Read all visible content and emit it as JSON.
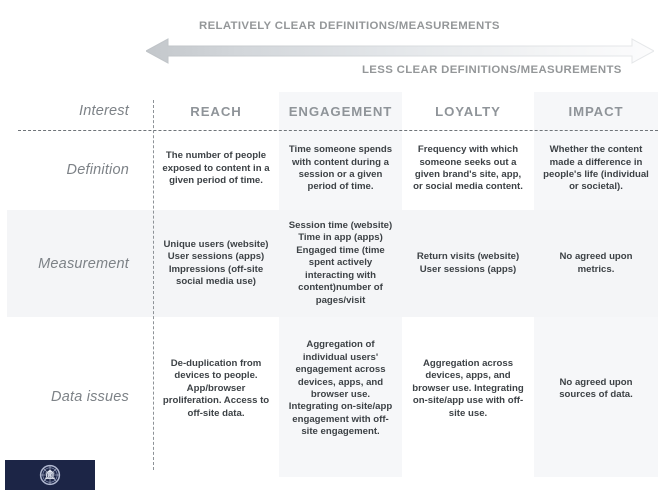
{
  "axis": {
    "top_label": "RELATIVELY CLEAR DEFINITIONS/MEASUREMENTS",
    "bottom_label": "LESS CLEAR DEFINITIONS/MEASUREMENTS",
    "arrow_icon": "double-headed-arrow-icon",
    "gradient_from": "#c9cdd1",
    "gradient_to": "#fdfdfe"
  },
  "matrix": {
    "corner_label": "Interest",
    "columns": [
      {
        "key": "reach",
        "label": "REACH",
        "tint": "#ffffff"
      },
      {
        "key": "engagement",
        "label": "ENGAGEMENT",
        "tint": "#f6f7f9"
      },
      {
        "key": "loyalty",
        "label": "LOYALTY",
        "tint": "#ffffff"
      },
      {
        "key": "impact",
        "label": "IMPACT",
        "tint": "#f6f7f9"
      }
    ],
    "rows": [
      {
        "key": "definition",
        "label": "Definition",
        "cells": [
          "The number of people exposed to content in a given period of time.",
          "Time someone spends with content during a session or a given period of time.",
          "Frequency with which someone seeks out a given brand's site, app, or social media content.",
          "Whether the content made a difference in people's life (individual or societal)."
        ]
      },
      {
        "key": "measurement",
        "label": "Measurement",
        "cells": [
          "Unique users (website) User sessions (apps) Impressions (off-site social media use)",
          "Session time (website) Time in app (apps) Engaged time (time spent actively interacting with content)number of pages/visit",
          "Return visits (website) User sessions (apps)",
          "No agreed upon metrics."
        ]
      },
      {
        "key": "data-issues",
        "label": "Data issues",
        "cells": [
          "De-duplication from devices to people. App/browser proliferation. Access to off-site data.",
          "Aggregation of individual users' engagement across devices, apps, and browser use. Integrating on-site/app engagement with off-site engagement.",
          "Aggregation across devices, apps, and browser use. Integrating on-site/app use with off-site use.",
          "No agreed upon sources of data."
        ]
      }
    ]
  },
  "logo": {
    "icon": "institutional-seal-icon",
    "background_color": "#1c2546"
  }
}
